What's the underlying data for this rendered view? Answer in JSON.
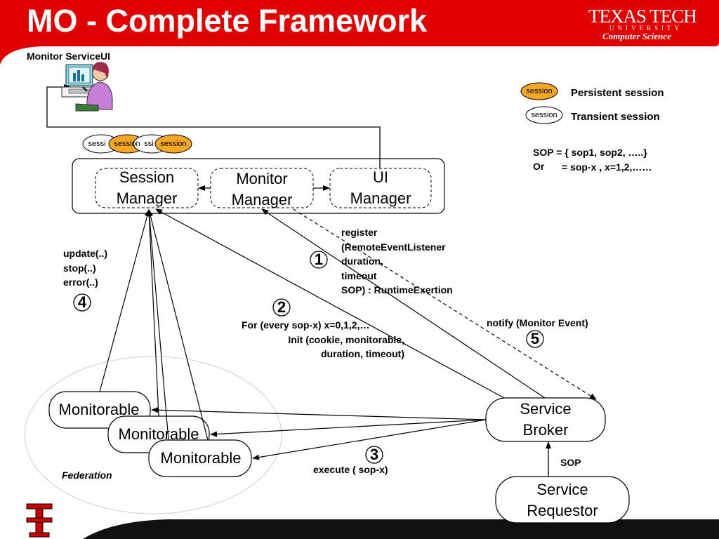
{
  "slide": {
    "title": "MO - Complete Framework",
    "logo": {
      "name": "TEXAS TECH",
      "university": "UNIVERSITY",
      "department": "Computer Science"
    }
  },
  "monitor_service_ui": {
    "label": "Monitor ServiceUI"
  },
  "legend": {
    "persistent": {
      "tag": "session",
      "label": "Persistent session"
    },
    "transient": {
      "tag": "session",
      "label": "Transient session"
    }
  },
  "sop_definition": {
    "line1": "SOP =  { sop1, sop2, …..}",
    "line2_prefix": "Or",
    "line2": "= sop-x , x=1,2,……"
  },
  "managers": {
    "session_manager": [
      "Session",
      "Manager"
    ],
    "monitor_manager": [
      "Monitor",
      "Manager"
    ],
    "ui_manager": [
      "UI",
      "Manager"
    ]
  },
  "session_tags": [
    "sessi",
    "session",
    "ssi",
    "session"
  ],
  "monitorables": [
    "Monitorable",
    "Monitorable",
    "Monitorable"
  ],
  "federation": {
    "label": "Federation"
  },
  "service_broker": [
    "Service",
    "Broker"
  ],
  "service_requestor": [
    "Service",
    "Requestor"
  ],
  "steps": {
    "1": {
      "num": "1",
      "lines": [
        "register",
        "(RemoteEventListener",
        "duration,",
        "timeout",
        "SOP) : RuntimeExertion"
      ]
    },
    "2": {
      "num": "2",
      "lines": [
        "For (every sop-x) x=0,1,2,…",
        "Init (cookie, monitorable,",
        "duration,  timeout)"
      ]
    },
    "3": {
      "num": "3",
      "lines": [
        "execute ( sop-x)"
      ]
    },
    "4": {
      "num": "4",
      "lines": [
        "update(..)",
        "stop(..)",
        "error(..)"
      ]
    },
    "5": {
      "num": "5",
      "lines": [
        "notify (Monitor Event)"
      ]
    }
  },
  "sop_label": "SOP",
  "colors": {
    "accent": "#e00000",
    "persistent_session": "#f5a623",
    "background": "#ffffff"
  },
  "icons": [
    "computer-user-icon",
    "double-t-logo"
  ]
}
